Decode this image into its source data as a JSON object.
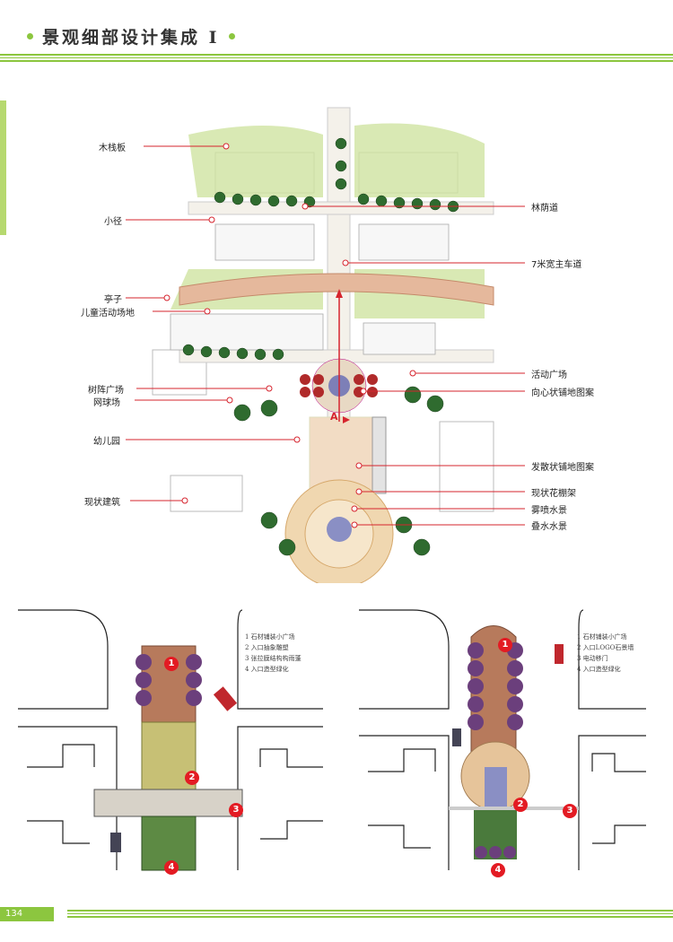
{
  "header": {
    "title": "景观细部设计集成 I"
  },
  "plan_labels": {
    "left": [
      {
        "id": "boardwalk",
        "text": "木栈板"
      },
      {
        "id": "path",
        "text": "小径"
      },
      {
        "id": "pavilion",
        "text": "亭子"
      },
      {
        "id": "kids",
        "text": "儿童活动场地"
      },
      {
        "id": "tree_plaza",
        "text": "树阵广场"
      },
      {
        "id": "tennis",
        "text": "网球场"
      },
      {
        "id": "kindergarten",
        "text": "幼儿园"
      },
      {
        "id": "existing",
        "text": "现状建筑"
      }
    ],
    "right": [
      {
        "id": "boulevard",
        "text": "林荫道"
      },
      {
        "id": "main_road",
        "text": "7米宽主车道"
      },
      {
        "id": "activity",
        "text": "活动广场"
      },
      {
        "id": "centripetal",
        "text": "向心状铺地图案"
      },
      {
        "id": "radial",
        "text": "发散状铺地图案"
      },
      {
        "id": "pergola",
        "text": "现状花棚架"
      },
      {
        "id": "mist",
        "text": "雾喷水景"
      },
      {
        "id": "cascade",
        "text": "叠水水景"
      }
    ],
    "section_mark": "A"
  },
  "plan_a": {
    "legend": [
      "1  石材铺装小广场",
      "2  入口抽象雕塑",
      "3  张拉膜结构构雨蓬",
      "4  入口造型绿化"
    ],
    "markers": [
      "1",
      "2",
      "3",
      "4"
    ]
  },
  "plan_b": {
    "legend": [
      "1  石材铺装小广场",
      "2  入口LOGO石景墙",
      "3  电动移门",
      "4  入口造型绿化"
    ],
    "markers": [
      "1",
      "2",
      "3",
      "4"
    ]
  },
  "footer": {
    "page_number": "134"
  },
  "colors": {
    "accent": "#8cc63f",
    "marker": "#e31b23",
    "leader": "#d6242e"
  }
}
